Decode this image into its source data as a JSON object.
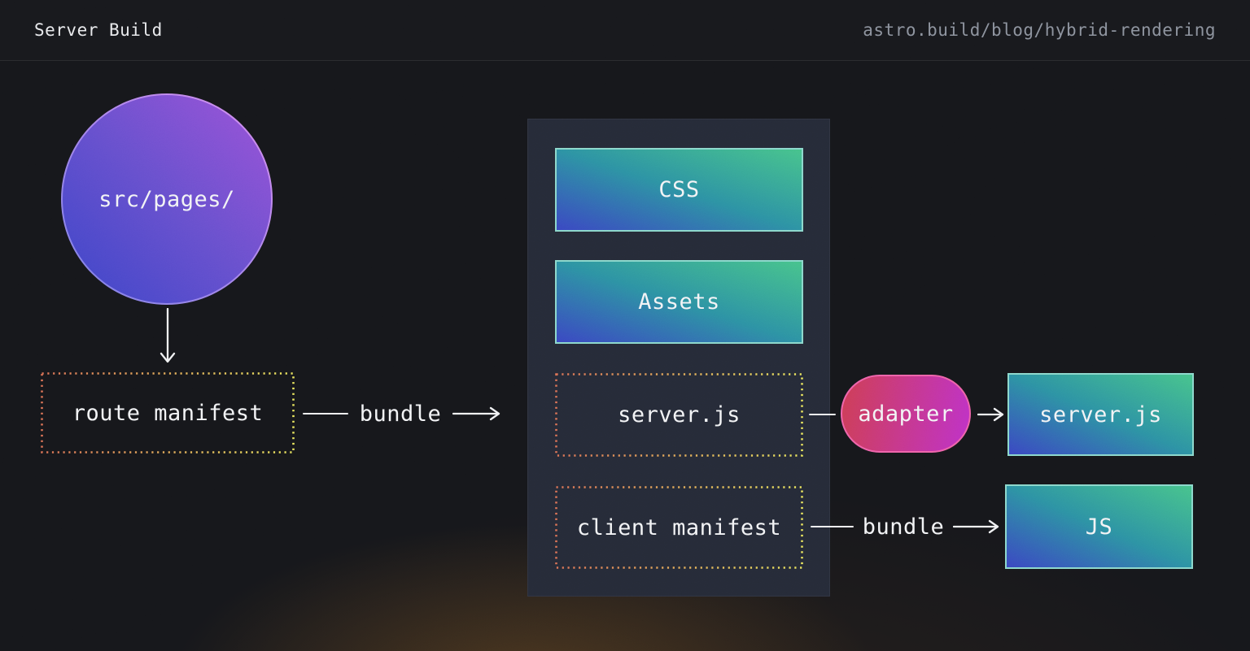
{
  "header": {
    "title": "Server Build",
    "url": "astro.build/blog/hybrid-rendering"
  },
  "nodes": {
    "src_pages": "src/pages/",
    "route_manifest": "route manifest",
    "css": "CSS",
    "assets": "Assets",
    "server_js_bundle": "server.js",
    "client_manifest": "client manifest",
    "adapter": "adapter",
    "server_js_output": "server.js",
    "js_output": "JS"
  },
  "connectors": {
    "bundle_route_to_build": "bundle",
    "bundle_client_to_js": "bundle"
  },
  "colors": {
    "background": "#16171b",
    "panel": "#262b38",
    "arrow": "#f0f1f3",
    "text": "#f2f3f5",
    "muted": "#8d939e",
    "circle_gradient_start": "#3c45c8",
    "circle_gradient_end": "#9c53d8",
    "teal_gradient_start": "#3a48c2",
    "teal_gradient_mid": "#2d93a4",
    "teal_gradient_end": "#47c38d",
    "teal_border": "#8cd8cc",
    "adapter_gradient_start": "#ce3e55",
    "adapter_gradient_end": "#bf32c8",
    "pink_border": "#ef64ab",
    "dotted_border_start": "#db7356",
    "dotted_border_end": "#e9e55e"
  }
}
